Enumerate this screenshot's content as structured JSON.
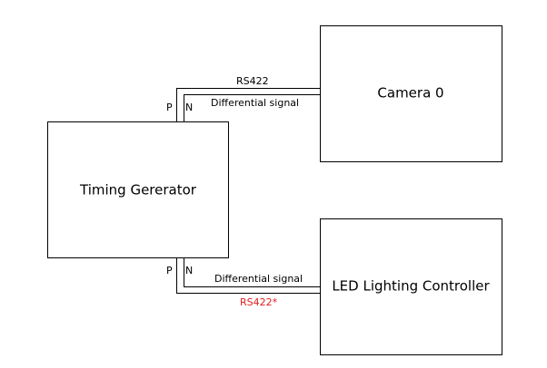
{
  "blocks": {
    "timing": "Timing Gererator",
    "camera": "Camera 0",
    "led": "LED Lighting Controller"
  },
  "links": {
    "top": {
      "protocol": "RS422",
      "signal": "Differential signal",
      "p": "P",
      "n": "N"
    },
    "bottom": {
      "protocol": "RS422*",
      "signal": "Differential signal",
      "p": "P",
      "n": "N"
    }
  },
  "colors": {
    "line": "#000000",
    "highlight": "#e02020"
  }
}
